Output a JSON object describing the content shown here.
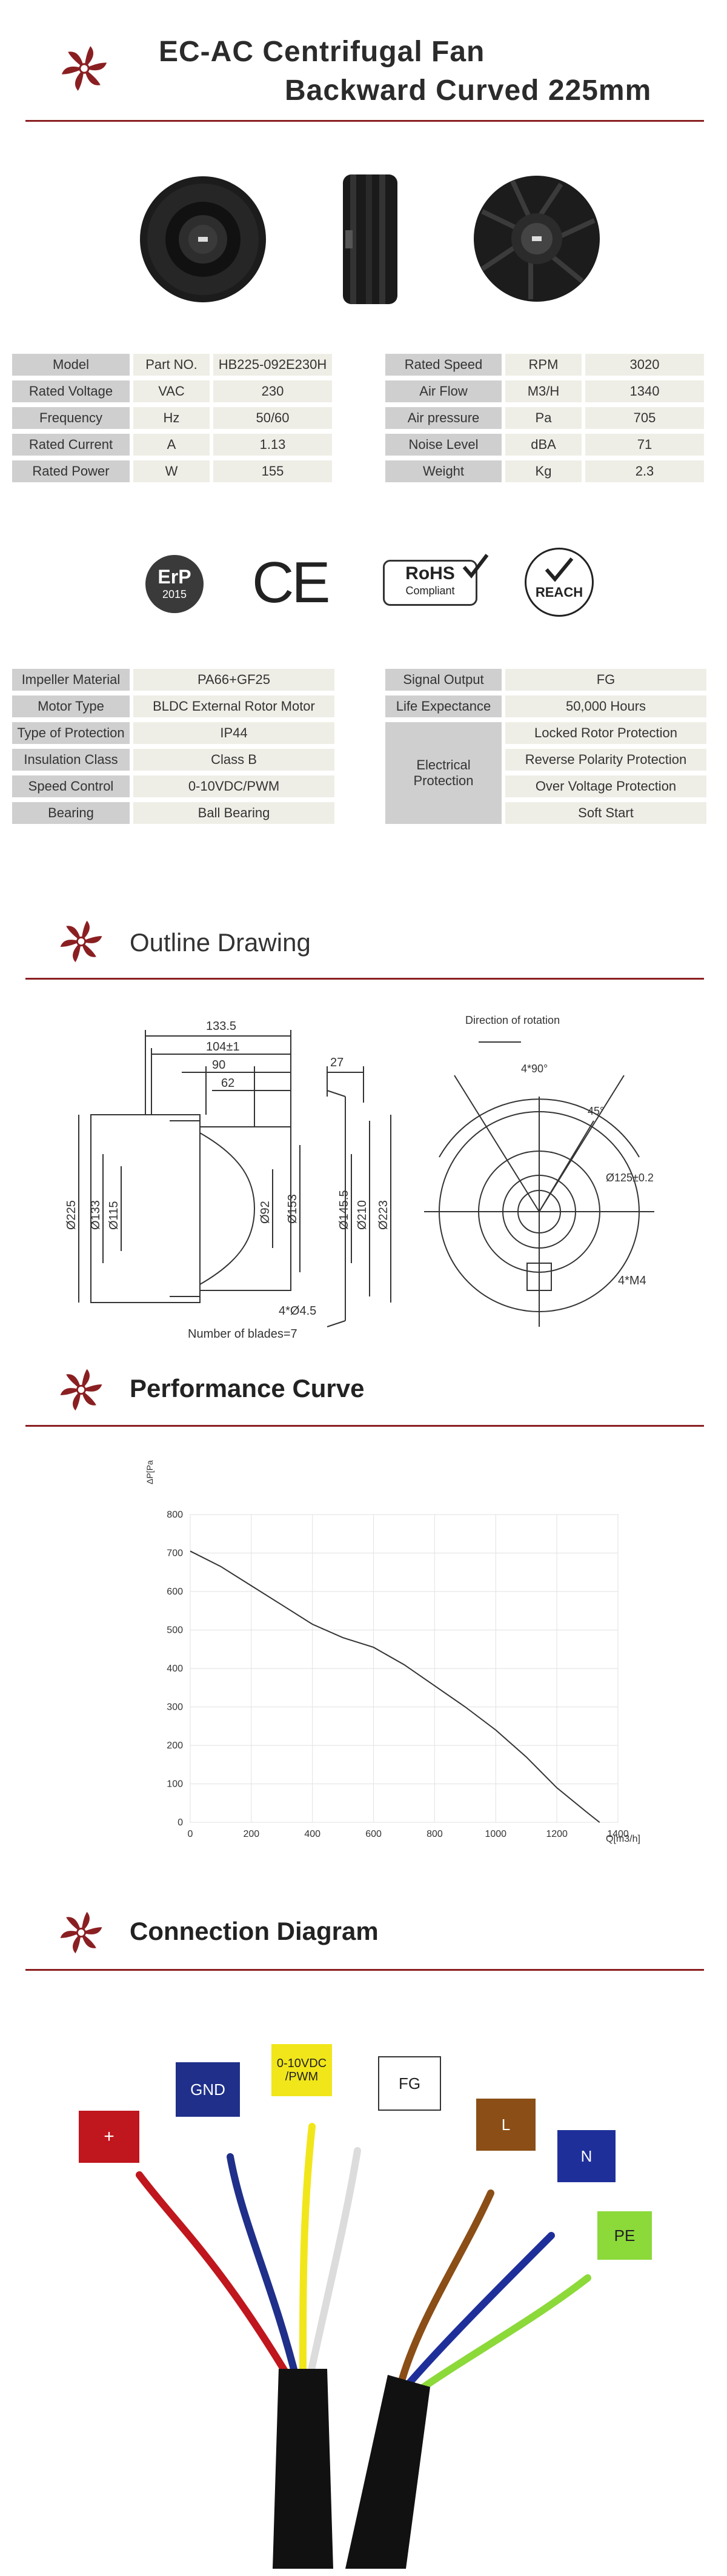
{
  "header": {
    "title_line1": "EC-AC Centrifugal Fan",
    "title_line2": "Backward Curved 225mm"
  },
  "spec_left": [
    {
      "label": "Model",
      "unit": "Part NO.",
      "value": "HB225-092E230H"
    },
    {
      "label": "Rated Voltage",
      "unit": "VAC",
      "value": "230"
    },
    {
      "label": "Frequency",
      "unit": "Hz",
      "value": "50/60"
    },
    {
      "label": "Rated Current",
      "unit": "A",
      "value": "1.13"
    },
    {
      "label": "Rated Power",
      "unit": "W",
      "value": "155"
    }
  ],
  "spec_right": [
    {
      "label": "Rated Speed",
      "unit": "RPM",
      "value": "3020"
    },
    {
      "label": "Air Flow",
      "unit": "M3/H",
      "value": "1340"
    },
    {
      "label": "Air pressure",
      "unit": "Pa",
      "value": "705"
    },
    {
      "label": "Noise Level",
      "unit": "dBA",
      "value": "71"
    },
    {
      "label": "Weight",
      "unit": "Kg",
      "value": "2.3"
    }
  ],
  "certifications": {
    "erp": "ErP",
    "erp_year": "2015",
    "ce": "CE",
    "rohs": "RoHS",
    "rohs_sub": "Compliant",
    "reach": "REACH"
  },
  "features_left": [
    {
      "label": "Impeller Material",
      "value": "PA66+GF25"
    },
    {
      "label": "Motor Type",
      "value": "BLDC External Rotor Motor"
    },
    {
      "label": "Type of Protection",
      "value": "IP44"
    },
    {
      "label": "Insulation Class",
      "value": "Class B"
    },
    {
      "label": "Speed Control",
      "value": "0-10VDC/PWM"
    },
    {
      "label": "Bearing",
      "value": "Ball Bearing"
    }
  ],
  "features_right": {
    "signal_output_label": "Signal Output",
    "signal_output_value": "FG",
    "life_label": "Life Expectance",
    "life_value": "50,000 Hours",
    "protection_label_1": "Electrical",
    "protection_label_2": "Protection",
    "protections": [
      "Locked Rotor Protection",
      "Reverse Polarity Protection",
      "Over Voltage Protection",
      "Soft Start"
    ]
  },
  "outline": {
    "section_title": "Outline Drawing",
    "dims_top": [
      "133.5",
      "104±1",
      "90",
      "62",
      "27"
    ],
    "dims_left": [
      "Ø225",
      "Ø133",
      "Ø115"
    ],
    "dims_mid": [
      "Ø92",
      "Ø153",
      "Ø145.5",
      "Ø210",
      "Ø223"
    ],
    "mount_holes": "4*Ø4.5",
    "blades": "Number of blades=7",
    "rotation": "Direction of rotation",
    "angle1": "4*90°",
    "angle2": "45°",
    "bolt_circle": "Ø125±0.2",
    "m4": "4*M4"
  },
  "performance": {
    "section_title": "Performance Curve"
  },
  "chart_data": {
    "type": "line",
    "title": "",
    "xlabel": "Q[m3/h]",
    "ylabel": "ΔP[Pa]",
    "xlim": [
      0,
      1400
    ],
    "ylim": [
      0,
      800
    ],
    "xticks": [
      0,
      200,
      400,
      600,
      800,
      1000,
      1200,
      1400
    ],
    "yticks": [
      0,
      100,
      200,
      300,
      400,
      500,
      600,
      700,
      800
    ],
    "grid": true,
    "series": [
      {
        "x": [
          0,
          100,
          200,
          300,
          400,
          500,
          600,
          700,
          800,
          900,
          1000,
          1100,
          1200,
          1300,
          1340
        ],
        "y": [
          705,
          665,
          615,
          565,
          515,
          480,
          455,
          410,
          355,
          300,
          240,
          170,
          90,
          25,
          0
        ]
      }
    ]
  },
  "connection": {
    "section_title": "Connection Diagram",
    "wires": [
      {
        "label": "+",
        "color": "#c0161d"
      },
      {
        "label": "GND",
        "color": "#1f2f8a"
      },
      {
        "label": "0-10VDC\n/PWM",
        "color": "#f1e61a"
      },
      {
        "label": "FG",
        "color": "#ffffff"
      },
      {
        "label": "L",
        "color": "#8a4e16"
      },
      {
        "label": "N",
        "color": "#1f2f9a"
      },
      {
        "label": "PE",
        "color": "#8cd93a"
      }
    ]
  }
}
